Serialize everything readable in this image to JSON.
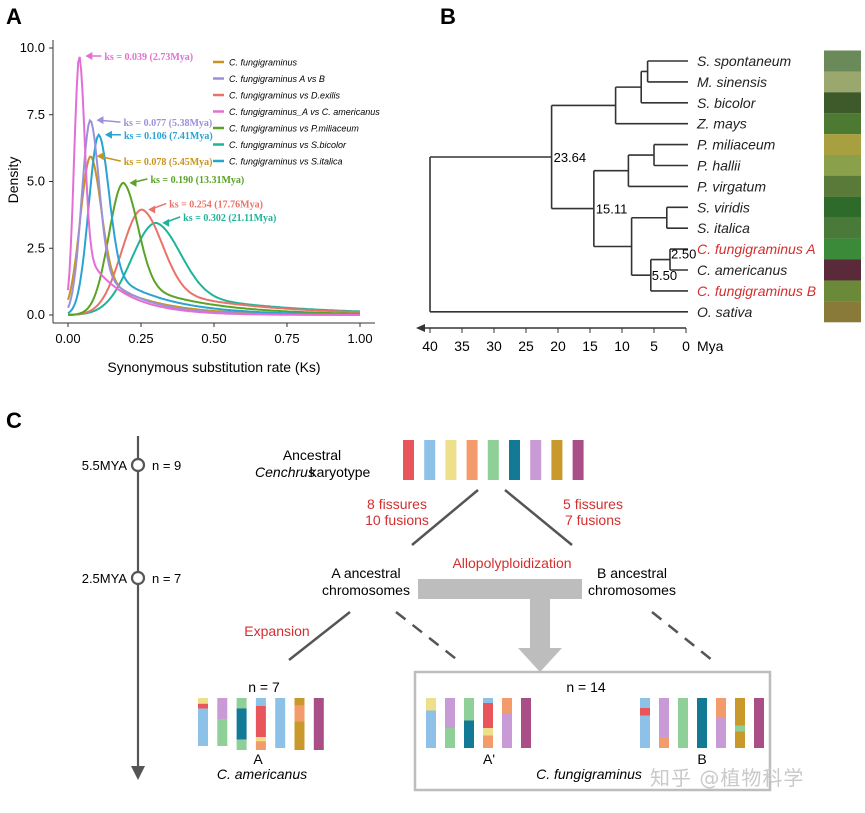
{
  "panels": {
    "a": {
      "label": "A"
    },
    "b": {
      "label": "B"
    },
    "c": {
      "label": "C"
    }
  },
  "watermark": "知乎 @植物科学",
  "chart_data": [
    {
      "type": "line",
      "panel": "A",
      "xlabel": "Synonymous substitution rate (Ks)",
      "ylabel": "Density",
      "xlim": [
        0,
        1.0
      ],
      "ylim": [
        0,
        10
      ],
      "xticks": [
        "0.00",
        "0.25",
        "0.50",
        "0.75",
        "1.00"
      ],
      "yticks": [
        "0.0",
        "2.5",
        "5.0",
        "7.5",
        "10.0"
      ],
      "legend_position": "top-right",
      "series": [
        {
          "name": "C. fungigraminus",
          "color": "#c8951c",
          "peak": 0.078,
          "height": 5.95,
          "w": 0.036,
          "tail": 0.11,
          "ks_label": "ks = 0.078 (5.45Mya)"
        },
        {
          "name": "C. fungigraminus A vs B",
          "color": "#9c8fdb",
          "peak": 0.077,
          "height": 7.3,
          "w": 0.03,
          "tail": 0.09,
          "ks_label": "ks = 0.077 (5.38Mya)"
        },
        {
          "name": "C. fungigraminus vs D.exilis",
          "color": "#e8736a",
          "peak": 0.254,
          "height": 3.95,
          "w": 0.07,
          "tail": 0.2,
          "ks_label": "ks = 0.254 (17.76Mya)"
        },
        {
          "name": "C. fungigraminus_A vs C. americanus",
          "color": "#e36fd6",
          "peak": 0.039,
          "height": 9.7,
          "w": 0.018,
          "tail": 0.08,
          "ks_label": "ks = 0.039 (2.73Mya)"
        },
        {
          "name": "C. fungigraminus vs P.miliaceum",
          "color": "#5aa326",
          "peak": 0.19,
          "height": 4.95,
          "w": 0.05,
          "tail": 0.15,
          "ks_label": "ks = 0.190 (13.31Mya)"
        },
        {
          "name": "C. fungigraminus vs S.bicolor",
          "color": "#1fb39a",
          "peak": 0.302,
          "height": 3.45,
          "w": 0.085,
          "tail": 0.22,
          "ks_label": "ks = 0.302 (21.11Mya)"
        },
        {
          "name": "C. fungigraminus vs S.italica",
          "color": "#2aa3d3",
          "peak": 0.106,
          "height": 6.75,
          "w": 0.035,
          "tail": 0.12,
          "ks_label": "ks = 0.106 (7.41Mya)"
        }
      ]
    },
    {
      "type": "tree",
      "panel": "B",
      "xlabel": "Mya",
      "xlim": [
        0,
        40
      ],
      "xticks": [
        "40",
        "35",
        "30",
        "25",
        "20",
        "15",
        "10",
        "5",
        "0"
      ],
      "taxa": [
        {
          "name": "S. spontaneum",
          "highlight": false
        },
        {
          "name": "M. sinensis",
          "highlight": false
        },
        {
          "name": "S. bicolor",
          "highlight": false
        },
        {
          "name": "Z. mays",
          "highlight": false
        },
        {
          "name": "P. miliaceum",
          "highlight": false
        },
        {
          "name": "P. hallii",
          "highlight": false
        },
        {
          "name": "P. virgatum",
          "highlight": false
        },
        {
          "name": "S. viridis",
          "highlight": false
        },
        {
          "name": "S. italica",
          "highlight": false
        },
        {
          "name": "C. fungigraminus A",
          "highlight": true
        },
        {
          "name": "C. americanus",
          "highlight": false
        },
        {
          "name": "C. fungigraminus B",
          "highlight": true
        },
        {
          "name": "O. sativa",
          "highlight": false
        }
      ],
      "node_labels": [
        "23.64",
        "15.11",
        "2.50",
        "5.50"
      ]
    }
  ],
  "panel_c": {
    "timeline": [
      {
        "time": "5.5MYA",
        "n": "n = 9"
      },
      {
        "time": "2.5MYA",
        "n": "n = 7"
      }
    ],
    "ancestral_title": [
      "Ancestral",
      "Cenchrus",
      "karyotype"
    ],
    "left_events": [
      "8 fissures",
      "10 fusions"
    ],
    "right_events": [
      "5 fissures",
      "7 fusions"
    ],
    "a_ancestral": [
      "A ancestral",
      "chromosomes"
    ],
    "b_ancestral": [
      "B ancestral",
      "chromosomes"
    ],
    "allopolyploidization": "Allopolyploidization",
    "expansion": "Expansion",
    "americanus_n": "n = 7",
    "fungigraminus_n": "n = 14",
    "label_A": "A",
    "label_A_species": "C. americanus",
    "label_Aprime": "A'",
    "label_species": "C. fungigraminus",
    "label_B": "B",
    "karyotype_colors": [
      "#e8555a",
      "#8ec1e8",
      "#eee08a",
      "#f39b6a",
      "#8fcf98",
      "#137a96",
      "#c89ad6",
      "#c9992c",
      "#a94e86"
    ],
    "red_text_color": "#d32f2f"
  }
}
